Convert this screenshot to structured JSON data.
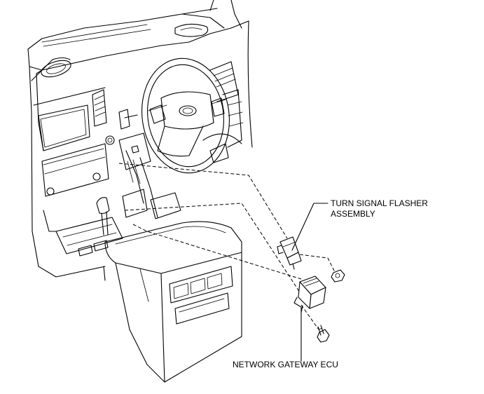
{
  "labels": {
    "turn_signal_line1": "TURN SIGNAL FLASHER",
    "turn_signal_line2": "ASSEMBLY",
    "network_gateway": "NETWORK GATEWAY ECU"
  }
}
